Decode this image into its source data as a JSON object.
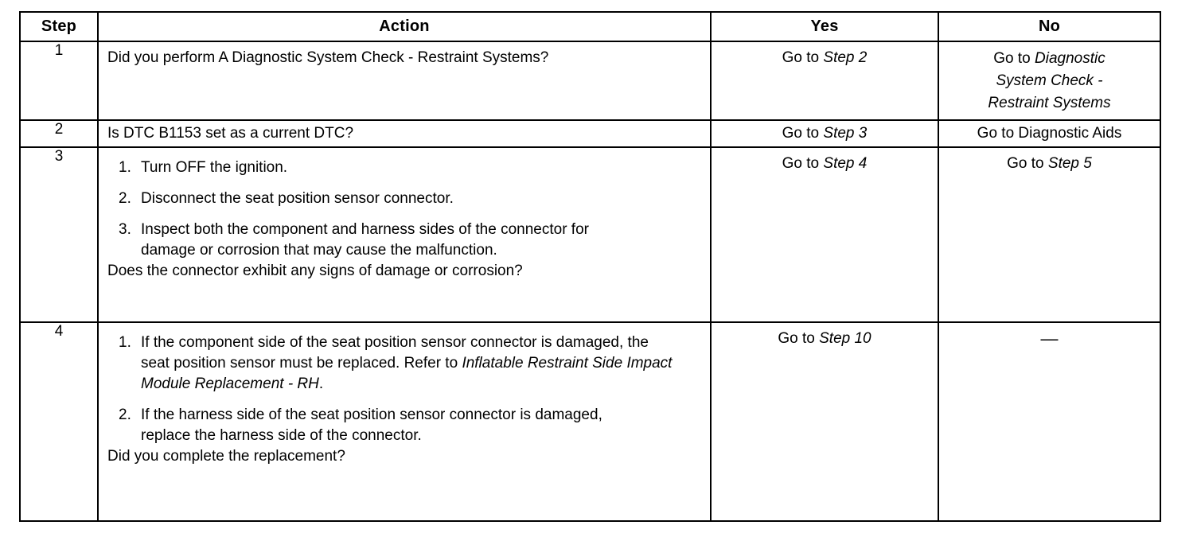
{
  "table": {
    "headers": {
      "step": "Step",
      "action": "Action",
      "yes": "Yes",
      "no": "No"
    },
    "rows": [
      {
        "step": "1",
        "action_text": "Did you perform A Diagnostic System Check - Restraint Systems?",
        "yes": {
          "prefix": "Go to ",
          "italic": "Step 2"
        },
        "no": {
          "prefix": "Go to ",
          "italic_line1": "Diagnostic",
          "italic_line2": "System Check -",
          "italic_line3": "Restraint Systems"
        }
      },
      {
        "step": "2",
        "action_text": "Is DTC B1153 set as a current DTC?",
        "yes": {
          "prefix": "Go to ",
          "italic": "Step 3"
        },
        "no": {
          "plain": "Go to Diagnostic Aids"
        }
      },
      {
        "step": "3",
        "list": [
          "Turn OFF the ignition.",
          "Disconnect the seat position sensor connector.",
          "Inspect both the component and harness sides of the connector for damage or corrosion that may cause the malfunction."
        ],
        "tail_question": "Does the connector exhibit any signs of damage or corrosion?",
        "yes": {
          "prefix": "Go to ",
          "italic": "Step 4"
        },
        "no": {
          "prefix": "Go to ",
          "italic": "Step 5"
        }
      },
      {
        "step": "4",
        "list_rich": {
          "item1_part1": "If the component side of the seat position sensor connector is damaged, the seat position sensor must be replaced. Refer to ",
          "item1_italic": "Inflatable Restraint Side Impact Module Replacement - RH",
          "item1_part2": ".",
          "item2": "If the harness side of the seat position sensor connector is damaged, replace the harness side of the connector."
        },
        "tail_question": "Did you complete the replacement?",
        "yes": {
          "prefix": "Go to ",
          "italic": "Step 10"
        },
        "no": {
          "dash": "—"
        }
      }
    ]
  }
}
